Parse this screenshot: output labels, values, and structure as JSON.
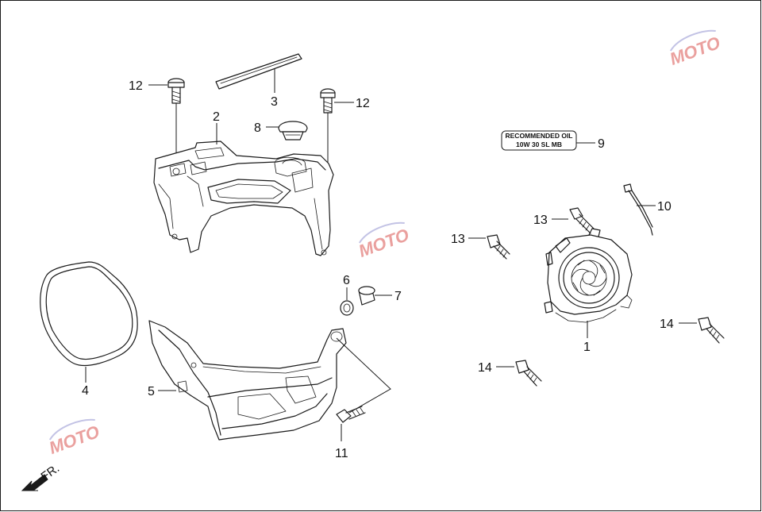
{
  "callouts": {
    "c1": "1",
    "c2": "2",
    "c3": "3",
    "c4": "4",
    "c5": "5",
    "c6": "6",
    "c7": "7",
    "c8": "8",
    "c9": "9",
    "c10": "10",
    "c11": "11",
    "c12a": "12",
    "c12b": "12",
    "c13a": "13",
    "c13b": "13",
    "c14a": "14",
    "c14b": "14"
  },
  "label_part": {
    "line1": "RECOMMENDED OIL",
    "line2": "10W 30 SL MB"
  },
  "direction": {
    "text": "FR."
  },
  "watermark": {
    "text": "MOTO"
  },
  "colors": {
    "line": "#1a1a1a",
    "background": "#ffffff",
    "watermark": "#d9534f"
  }
}
